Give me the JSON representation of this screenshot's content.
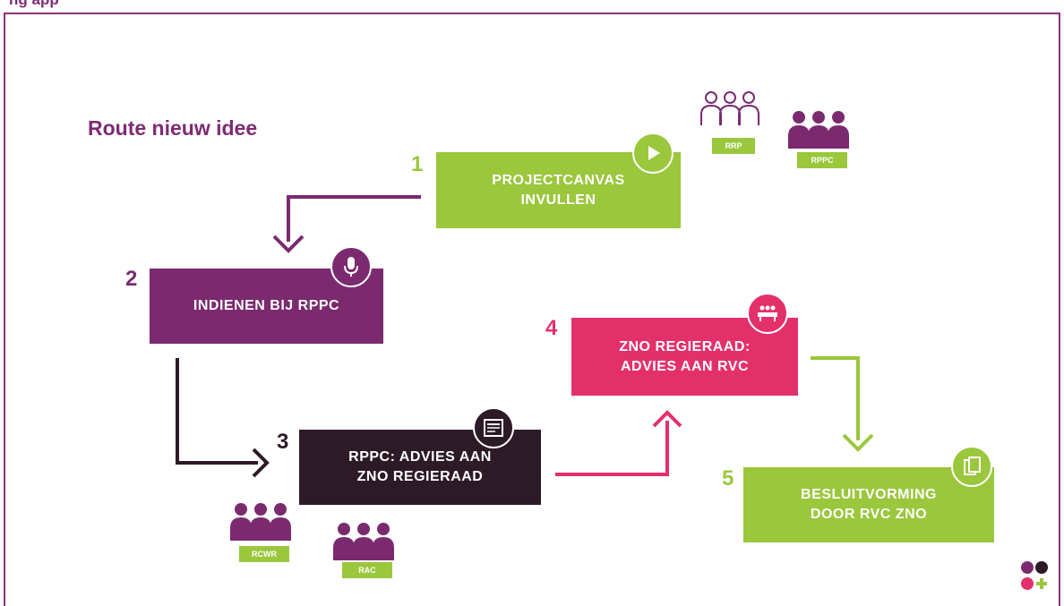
{
  "header": {
    "title_fragment": "ng    app"
  },
  "route": {
    "title": "Route nieuw idee"
  },
  "steps": [
    {
      "number": "1",
      "label": "PROJECTCANVAS\nINVULLEN",
      "icon": "play-icon",
      "color": "#9ac73c"
    },
    {
      "number": "2",
      "label": "INDIENEN BIJ RPPC",
      "icon": "microphone-icon",
      "color": "#7b2a70"
    },
    {
      "number": "3",
      "label": "RPPC: ADVIES AAN\nZNO REGIERAAD",
      "icon": "document-icon",
      "color": "#2d1a27"
    },
    {
      "number": "4",
      "label": "ZNO REGIERAAD:\nADVIES AAN RVC",
      "icon": "meeting-icon",
      "color": "#e4306a"
    },
    {
      "number": "5",
      "label": "BESLUITVORMING\nDOOR RVC ZNO",
      "icon": "papers-icon",
      "color": "#9ac73c"
    }
  ],
  "groups": [
    {
      "label": "RRP",
      "style": "outline",
      "color": "#7b2a70"
    },
    {
      "label": "RPPC",
      "style": "filled",
      "color": "#7b2a70"
    },
    {
      "label": "RCWR",
      "style": "filled",
      "color": "#7b2a70"
    },
    {
      "label": "RAC",
      "style": "filled",
      "color": "#7b2a70"
    }
  ],
  "colors": {
    "accent": "#7e2a74",
    "green": "#9ac73c",
    "purple": "#7b2a70",
    "dark": "#2d1a27",
    "pink": "#e4306a"
  }
}
